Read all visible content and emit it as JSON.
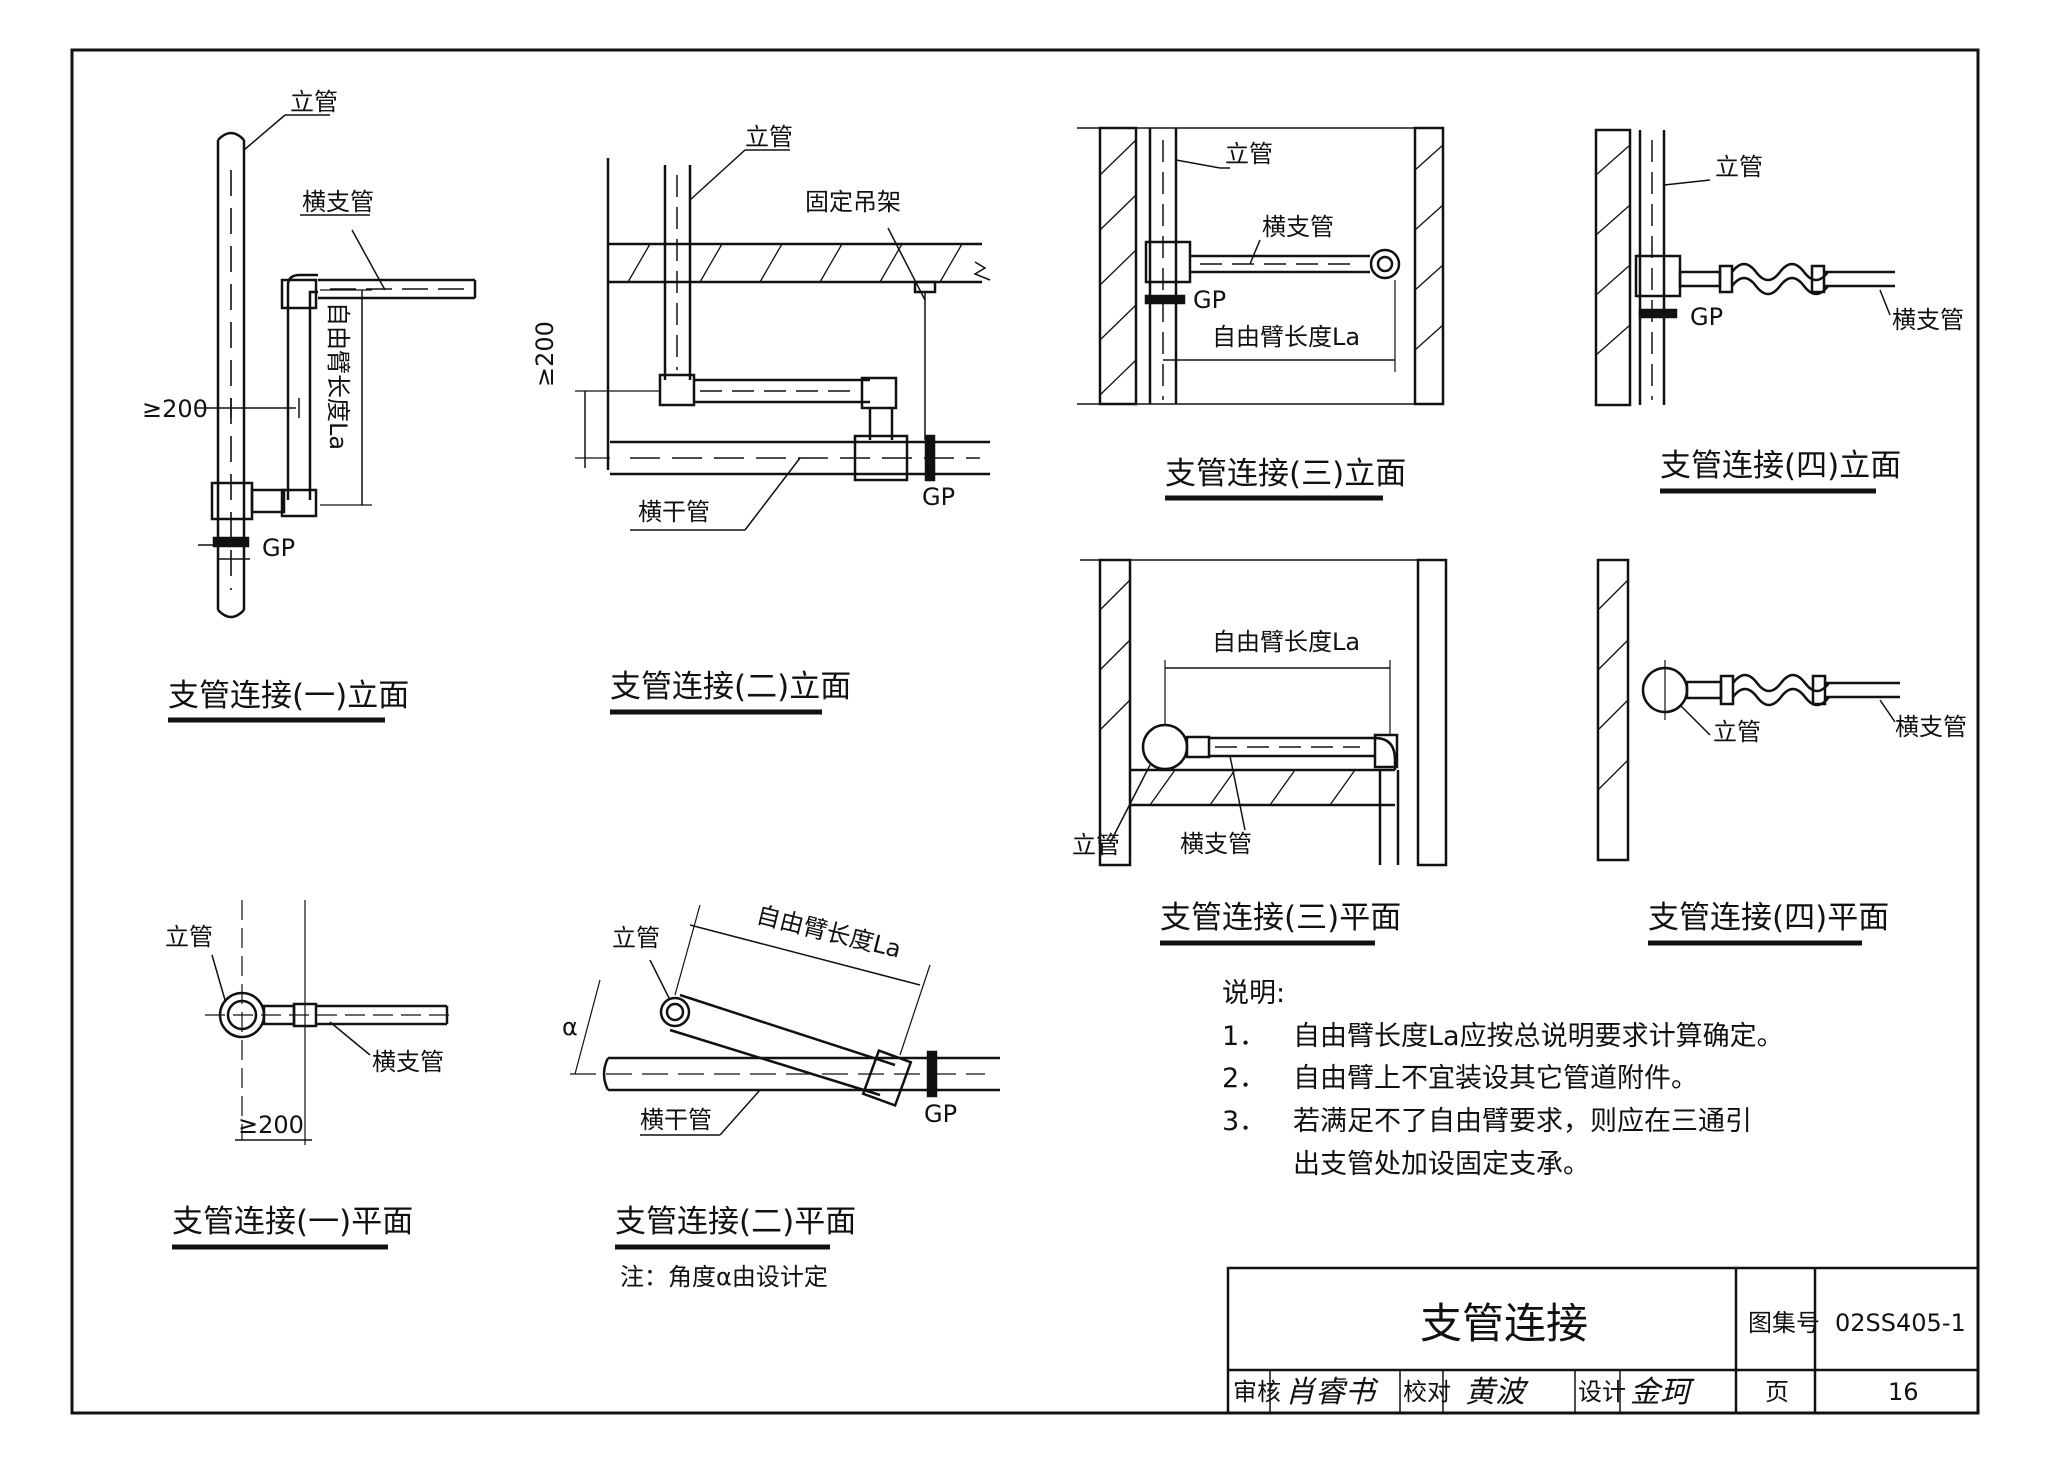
{
  "labels": {
    "riser": "立管",
    "branch": "横支管",
    "main": "横干管",
    "gp": "GP",
    "hanger": "固定吊架",
    "free_arm": "自由臂长度La",
    "ge200": "≥200",
    "alpha": "α"
  },
  "captions": {
    "d1_elev": "支管连接(一)立面",
    "d2_elev": "支管连接(二)立面",
    "d3_elev": "支管连接(三)立面",
    "d4_elev": "支管连接(四)立面",
    "d3_plan": "支管连接(三)平面",
    "d4_plan": "支管连接(四)平面",
    "d1_plan": "支管连接(一)平面",
    "d2_plan": "支管连接(二)平面",
    "d2_plan_note": "注：角度α由设计定"
  },
  "notes": {
    "heading": "说明:",
    "items": [
      {
        "num": "1．",
        "text": "自由臂长度La应按总说明要求计算确定。"
      },
      {
        "num": "2．",
        "text": "自由臂上不宜装设其它管道附件。"
      },
      {
        "num": "3．",
        "text": "若满足不了自由臂要求，则应在三通引"
      }
    ],
    "continuation": "出支管处加设固定支承。"
  },
  "title_block": {
    "title": "支管连接",
    "atlas_label": "图集号",
    "atlas_no": "02SS405-1",
    "review_label": "审核",
    "review_sig": "肖睿书",
    "check_label": "校对",
    "check_sig": "黄波",
    "design_label": "设计",
    "design_sig": "金珂",
    "page_label": "页",
    "page_no": "16"
  }
}
